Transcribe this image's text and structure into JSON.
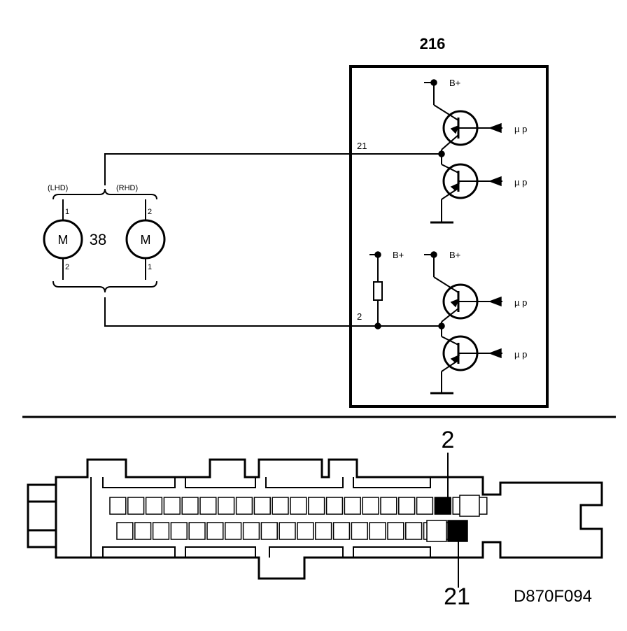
{
  "ecu": {
    "label": "216"
  },
  "motor": {
    "label": "38",
    "symbol": "M",
    "lhd": "(LHD)",
    "rhd": "(RHD)",
    "pin_one": "1",
    "pin_two": "2"
  },
  "supply": {
    "bplus": "B+"
  },
  "control": {
    "mu_p": "µ p"
  },
  "pins": {
    "p21": "21",
    "p2": "2"
  },
  "connector": {
    "pin_top": "2",
    "pin_bottom": "21"
  },
  "figure_code": "D870F094"
}
